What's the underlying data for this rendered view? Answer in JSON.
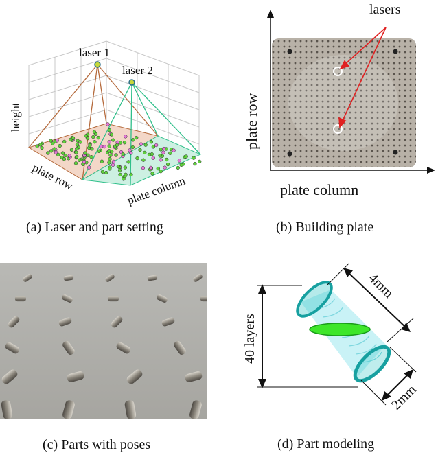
{
  "panel_a": {
    "caption": "(a)  Laser and part setting",
    "laser1": "laser 1",
    "laser2": "laser 2",
    "height": "height",
    "plate_row": "plate row",
    "plate_column": "plate column"
  },
  "panel_b": {
    "caption": "(b)  Building plate",
    "lasers": "lasers",
    "plate_row": "plate row",
    "plate_column": "plate column"
  },
  "panel_c": {
    "caption": "(c)  Parts with poses"
  },
  "panel_d": {
    "caption": "(d)  Part modeling",
    "layers": "40 layers",
    "length": "4mm",
    "diameter": "2mm"
  },
  "colors": {
    "laser1_line": "#b56a3c",
    "laser2_line": "#2fbf8a",
    "part_green": "#5fd13c",
    "part_pink": "#e57ad8",
    "arrow_red": "#e02020",
    "cyl_teal": "#1aa7a7",
    "cyl_fill": "#9fe3ea"
  }
}
